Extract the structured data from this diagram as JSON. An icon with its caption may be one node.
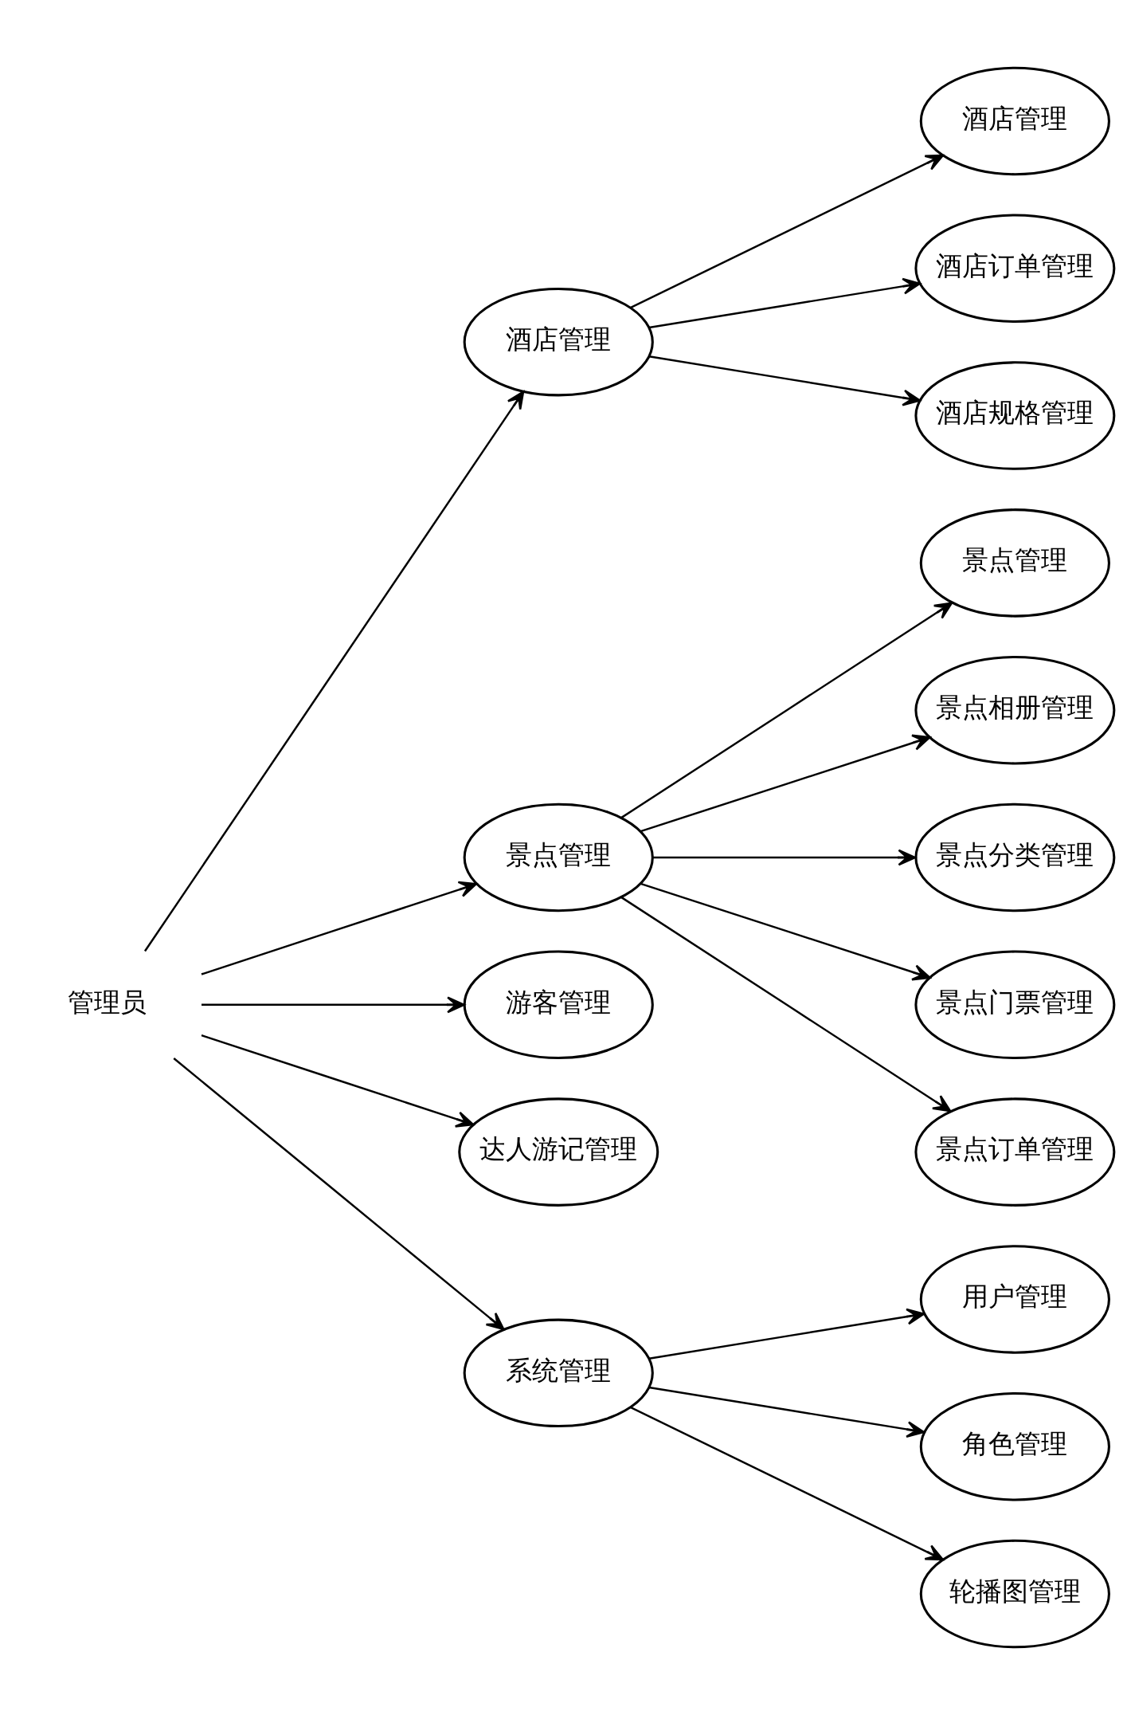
{
  "diagram": {
    "nodes": [
      {
        "text": [
          "管理员"
        ]
      },
      {
        "text": [
          "酒店管理"
        ]
      },
      {
        "text": [
          "酒店管理"
        ]
      },
      {
        "text": [
          "酒店订单管理"
        ]
      },
      {
        "text": [
          "酒店规格管理"
        ]
      },
      {
        "text": [
          "景点管理"
        ]
      },
      {
        "text": [
          "景点管理"
        ]
      },
      {
        "text": [
          "景点相册管理"
        ]
      },
      {
        "text": [
          "景点分类管理"
        ]
      },
      {
        "text": [
          "景点门票管理"
        ]
      },
      {
        "text": [
          "景点订单管理"
        ]
      },
      {
        "text": [
          "游客管理"
        ]
      },
      {
        "text": [
          "达人游记管理"
        ]
      },
      {
        "text": [
          "系统管理"
        ]
      },
      {
        "text": [
          "用户管理"
        ]
      },
      {
        "text": [
          "角色管理"
        ]
      },
      {
        "text": [
          "轮播图管理"
        ]
      }
    ],
    "edges": [
      {
        "from": 0,
        "to": 1,
        "arrow": "to"
      },
      {
        "from": 0,
        "to": 5,
        "arrow": "to"
      },
      {
        "from": 0,
        "to": 11,
        "arrow": "to"
      },
      {
        "from": 0,
        "to": 12,
        "arrow": "to"
      },
      {
        "from": 0,
        "to": 13,
        "arrow": "to"
      },
      {
        "from": 1,
        "to": 2,
        "arrow": "to"
      },
      {
        "from": 1,
        "to": 3,
        "arrow": "to"
      },
      {
        "from": 1,
        "to": 4,
        "arrow": "to"
      },
      {
        "from": 5,
        "to": 6,
        "arrow": "to"
      },
      {
        "from": 5,
        "to": 7,
        "arrow": "to"
      },
      {
        "from": 5,
        "to": 8,
        "arrow": "to"
      },
      {
        "from": 5,
        "to": 9,
        "arrow": "to"
      },
      {
        "from": 5,
        "to": 10,
        "arrow": "to"
      },
      {
        "from": 13,
        "to": 14,
        "arrow": "to"
      },
      {
        "from": 13,
        "to": 15,
        "arrow": "to"
      },
      {
        "from": 13,
        "to": 16,
        "arrow": "to"
      }
    ]
  }
}
